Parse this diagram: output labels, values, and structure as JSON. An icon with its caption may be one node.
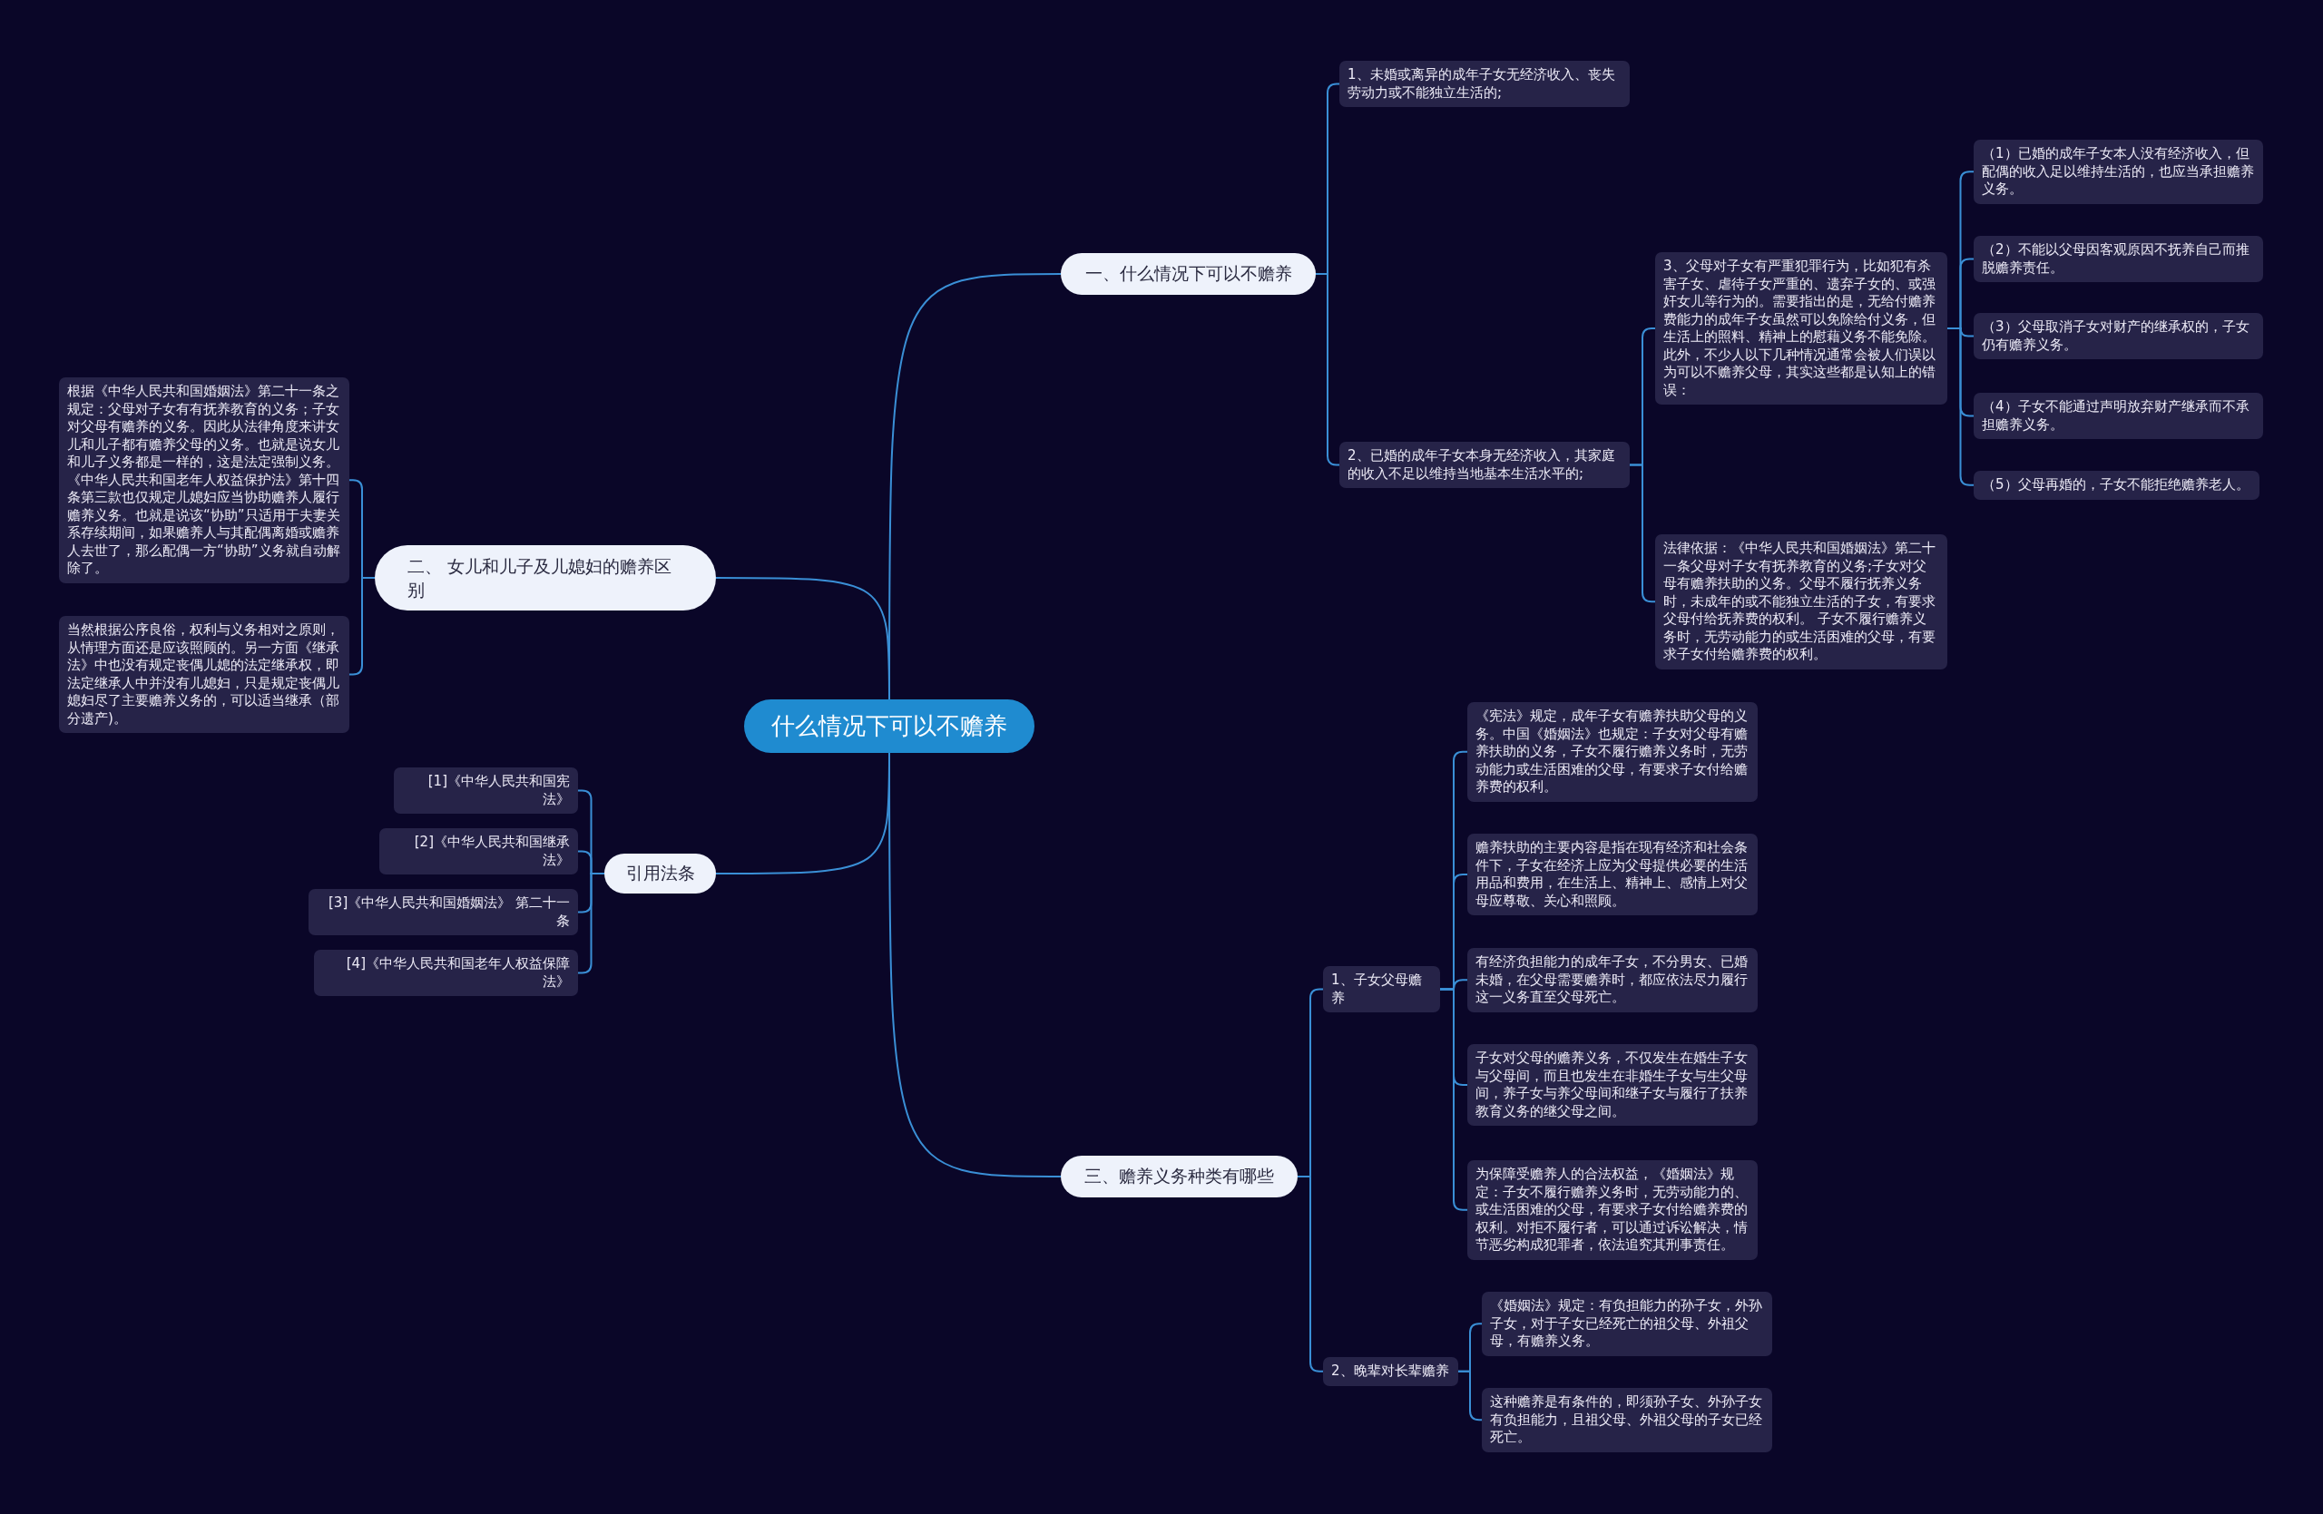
{
  "diagram": {
    "nodes": [
      {
        "text": [
          "什么情况下可以不赡养"
        ]
      },
      {
        "text": [
          "一、什么情况下可以不赡养"
        ]
      },
      {
        "text": [
          "1、未婚或离异的成年子女无经济收入、丧失劳动力或不能独立生活的;"
        ]
      },
      {
        "text": [
          "2、已婚的成年子女本身无经济收入，其家庭的收入不足以维持当地基本生活水平的;"
        ]
      },
      {
        "text": [
          "3、父母对子女有严重犯罪行为，比如犯有杀害子女、虐待子女严重的、遗弃子女的、或强奸女儿等行为的。需要指出的是，无给付赡养费能力的成年子女虽然可以免除给付义务，但生活上的照料、精神上的慰藉义务不能免除。此外，不少人以下几种情况通常会被人们误以为可以不赡养父母，其实这些都是认知上的错误："
        ]
      },
      {
        "text": [
          "（1）已婚的成年子女本人没有经济收入，但配偶的收入足以维持生活的，也应当承担赡养义务。"
        ]
      },
      {
        "text": [
          "（2）不能以父母因客观原因不抚养自己而推脱赡养责任。"
        ]
      },
      {
        "text": [
          "（3）父母取消子女对财产的继承权的，子女仍有赡养义务。"
        ]
      },
      {
        "text": [
          "（4）子女不能通过声明放弃财产继承而不承担赡养义务。"
        ]
      },
      {
        "text": [
          "（5）父母再婚的，子女不能拒绝赡养老人。"
        ]
      },
      {
        "text": [
          "法律依据：《中华人民共和国婚姻法》第二十一条父母对子女有抚养教育的义务;子女对父母有赡养扶助的义务。父母不履行抚养义务时，未成年的或不能独立生活的子女，有要求父母付给抚养费的权利。 子女不履行赡养义务时，无劳动能力的或生活困难的父母，有要求子女付给赡养费的权利。"
        ]
      },
      {
        "text": [
          "二、 女儿和儿子及儿媳妇的赡养区别"
        ]
      },
      {
        "text": [
          "根据《中华人民共和国婚姻法》第二十一条之规定：父母对子女有有抚养教育的义务；子女对父母有赡养的义务。因此从法律角度来讲女儿和儿子都有赡养父母的义务。也就是说女儿和儿子义务都是一样的，这是法定强制义务。《中华人民共和国老年人权益保护法》第十四条第三款也仅规定儿媳妇应当协助赡养人履行赡养义务。也就是说该“协助”只适用于夫妻关系存续期间，如果赡养人与其配偶离婚或赡养人去世了，那么配偶一方“协助”义务就自动解除了。"
        ]
      },
      {
        "text": [
          "当然根据公序良俗，权利与义务相对之原则，从情理方面还是应该照顾的。另一方面《继承法》中也没有规定丧偶儿媳的法定继承权，即法定继承人中并没有儿媳妇，只是规定丧偶儿媳妇尽了主要赡养义务的，可以适当继承（部分遗产)。"
        ]
      },
      {
        "text": [
          "引用法条"
        ]
      },
      {
        "text": [
          "[1]《中华人民共和国宪法》"
        ]
      },
      {
        "text": [
          "[2]《中华人民共和国继承法》"
        ]
      },
      {
        "text": [
          "[3]《中华人民共和国婚姻法》 第二十一条"
        ]
      },
      {
        "text": [
          "[4]《中华人民共和国老年人权益保障法》"
        ]
      },
      {
        "text": [
          "三、赡养义务种类有哪些"
        ]
      },
      {
        "text": [
          "1、子女父母赡养"
        ]
      },
      {
        "text": [
          "《宪法》规定，成年子女有赡养扶助父母的义务。中国《婚姻法》也规定：子女对父母有赡养扶助的义务，子女不履行赡养义务时，无劳动能力或生活困难的父母，有要求子女付给赡养费的权利。"
        ]
      },
      {
        "text": [
          "赡养扶助的主要内容是指在现有经济和社会条件下，子女在经济上应为父母提供必要的生活用品和费用，在生活上、精神上、感情上对父母应尊敬、关心和照顾。"
        ]
      },
      {
        "text": [
          "有经济负担能力的成年子女，不分男女、已婚未婚，在父母需要赡养时，都应依法尽力履行这一义务直至父母死亡。"
        ]
      },
      {
        "text": [
          "子女对父母的赡养义务，不仅发生在婚生子女与父母间，而且也发生在非婚生子女与生父母间，养子女与养父母间和继子女与履行了扶养教育义务的继父母之间。"
        ]
      },
      {
        "text": [
          "为保障受赡养人的合法权益，《婚姻法》规定：子女不履行赡养义务时，无劳动能力的、或生活困难的父母，有要求子女付给赡养费的权利。对拒不履行者，可以通过诉讼解决，情节恶劣构成犯罪者，依法追究其刑事责任。"
        ]
      },
      {
        "text": [
          "2、晚辈对长辈赡养"
        ]
      },
      {
        "text": [
          "《婚姻法》规定：有负担能力的孙子女，外孙子女，对于子女已经死亡的祖父母、外祖父母，有赡养义务。"
        ]
      },
      {
        "text": [
          "这种赡养是有条件的，即须孙子女、外孙子女有负担能力，且祖父母、外祖父母的子女已经死亡。"
        ]
      }
    ],
    "edges": [
      {
        "from": 0,
        "to": 1,
        "arrow": "none"
      },
      {
        "from": 1,
        "to": 2,
        "arrow": "none"
      },
      {
        "from": 1,
        "to": 3,
        "arrow": "none"
      },
      {
        "from": 3,
        "to": 4,
        "arrow": "none"
      },
      {
        "from": 4,
        "to": 5,
        "arrow": "none"
      },
      {
        "from": 4,
        "to": 6,
        "arrow": "none"
      },
      {
        "from": 4,
        "to": 7,
        "arrow": "none"
      },
      {
        "from": 4,
        "to": 8,
        "arrow": "none"
      },
      {
        "from": 4,
        "to": 9,
        "arrow": "none"
      },
      {
        "from": 3,
        "to": 10,
        "arrow": "none"
      },
      {
        "from": 0,
        "to": 11,
        "arrow": "none"
      },
      {
        "from": 11,
        "to": 12,
        "arrow": "none"
      },
      {
        "from": 11,
        "to": 13,
        "arrow": "none"
      },
      {
        "from": 0,
        "to": 14,
        "arrow": "none"
      },
      {
        "from": 14,
        "to": 15,
        "arrow": "none"
      },
      {
        "from": 14,
        "to": 16,
        "arrow": "none"
      },
      {
        "from": 14,
        "to": 17,
        "arrow": "none"
      },
      {
        "from": 14,
        "to": 18,
        "arrow": "none"
      },
      {
        "from": 0,
        "to": 19,
        "arrow": "none"
      },
      {
        "from": 19,
        "to": 20,
        "arrow": "none"
      },
      {
        "from": 20,
        "to": 21,
        "arrow": "none"
      },
      {
        "from": 20,
        "to": 22,
        "arrow": "none"
      },
      {
        "from": 20,
        "to": 23,
        "arrow": "none"
      },
      {
        "from": 20,
        "to": 24,
        "arrow": "none"
      },
      {
        "from": 20,
        "to": 25,
        "arrow": "none"
      },
      {
        "from": 19,
        "to": 26,
        "arrow": "none"
      },
      {
        "from": 26,
        "to": 27,
        "arrow": "none"
      },
      {
        "from": 26,
        "to": 28,
        "arrow": "none"
      }
    ]
  }
}
